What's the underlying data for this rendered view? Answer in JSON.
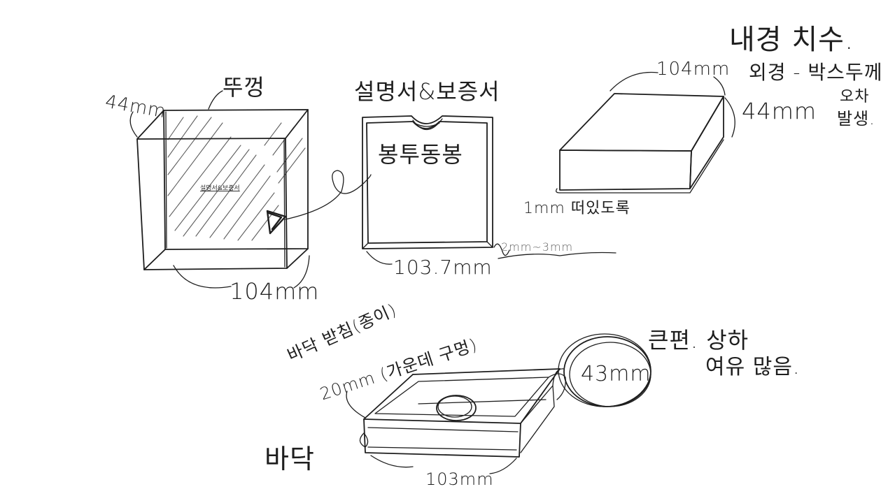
{
  "title": {
    "line1": "내경 치수.",
    "line2": "외경 - 박스두께",
    "line3": "오차",
    "line4": "발생."
  },
  "lid": {
    "label": "뚜껑",
    "depth": "44mm",
    "width": "104mm",
    "inner_text": "설명서&보증서"
  },
  "envelope": {
    "label": "설명서&보증서",
    "inner_text": "봉투동봉",
    "width": "103.7mm",
    "gap": "2mm~3mm"
  },
  "box": {
    "width": "104mm",
    "height": "44mm",
    "note": "1mm 떠있도록"
  },
  "tray": {
    "support": "바닥 받침(종이)",
    "support_detail": "20mm (가운데 구멍)",
    "label": "바닥",
    "width": "103mm",
    "height": "43mm",
    "note1": "큰편. 상하",
    "note2": "여유 많음."
  }
}
